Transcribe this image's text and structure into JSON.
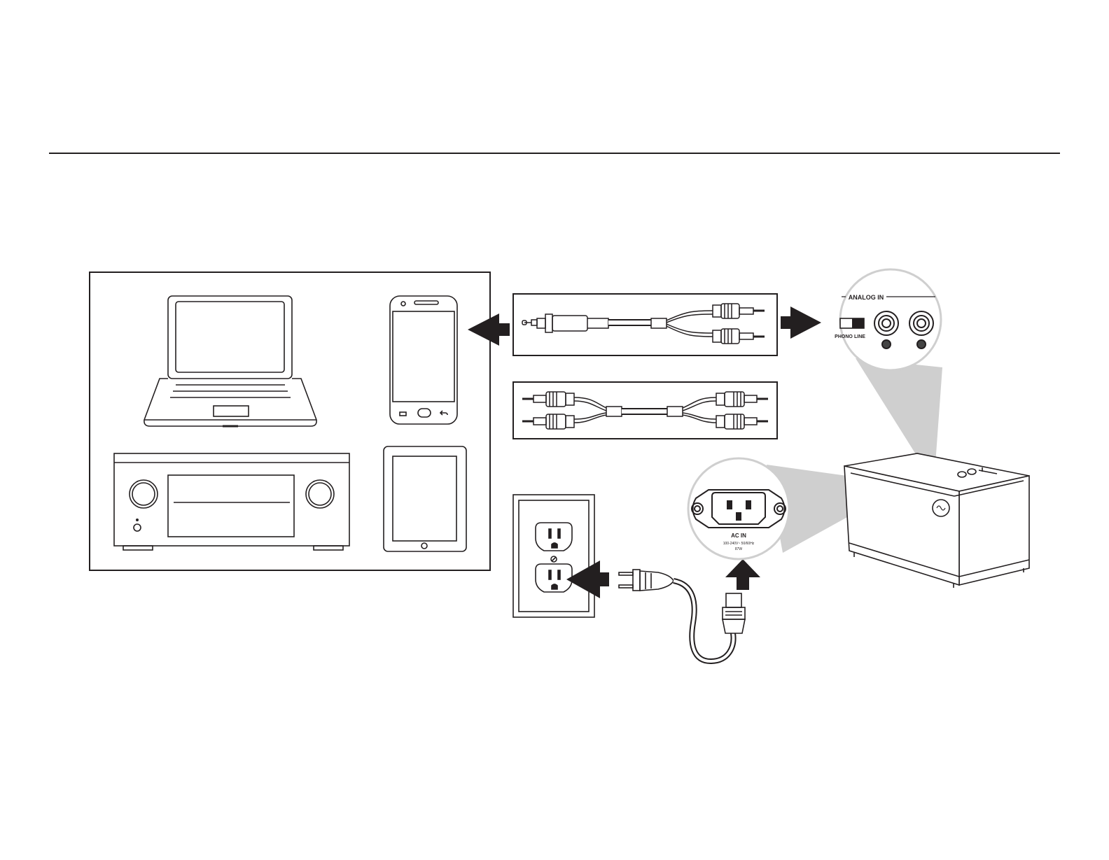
{
  "zoom_analog": {
    "group_label": "ANALOG IN",
    "switch_left": "PHONO",
    "switch_right": "LINE"
  },
  "zoom_power": {
    "label": "AC IN",
    "rating_line1": "100-240V~ 50/60Hz",
    "rating_line2": "87W"
  },
  "colors": {
    "ink": "#231f20",
    "callout_fill": "#cfcfcf",
    "arrow": "#231f20"
  }
}
